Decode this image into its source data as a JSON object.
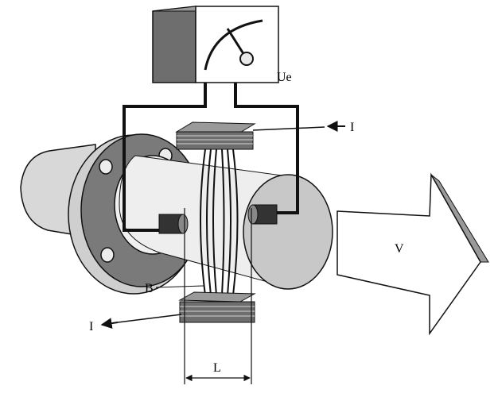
{
  "diagram": {
    "labels": {
      "voltage": "Ue",
      "current_top": "I",
      "current_bottom": "I",
      "field": "B",
      "length": "L",
      "velocity": "V"
    },
    "colors": {
      "ink": "#111111",
      "dark_gray": "#6e6e6e",
      "mid_gray": "#9a9a9a",
      "light_gray": "#d4d4d4",
      "pale_gray": "#ececec",
      "white": "#ffffff"
    }
  }
}
